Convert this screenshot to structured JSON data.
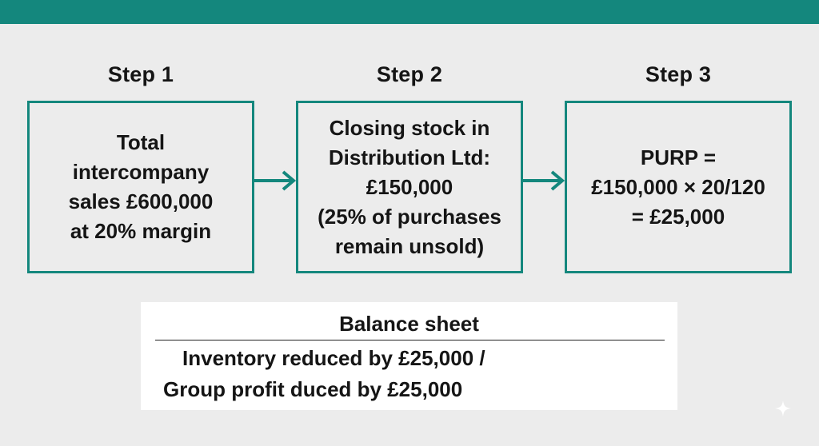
{
  "steps": [
    {
      "title": "Step 1",
      "text": "Total\nintercompany\nsales £600,000\nat 20% margin"
    },
    {
      "title": "Step 2",
      "text": "Closing stock in\nDistribution Ltd:\n£150,000\n(25% of purchases\nremain unsold)"
    },
    {
      "title": "Step 3",
      "text": "PURP =\n£150,000 × 20/120\n= £25,000"
    }
  ],
  "balance_sheet": {
    "title": "Balance sheet",
    "line1": "Inventory reduced by £25,000  /",
    "line2": "Group profit duced by £25,000"
  },
  "colors": {
    "accent": "#14877d",
    "background": "#ececec",
    "panel": "#ffffff"
  },
  "icons": [
    "arrow-right-icon",
    "sparkle-icon"
  ]
}
